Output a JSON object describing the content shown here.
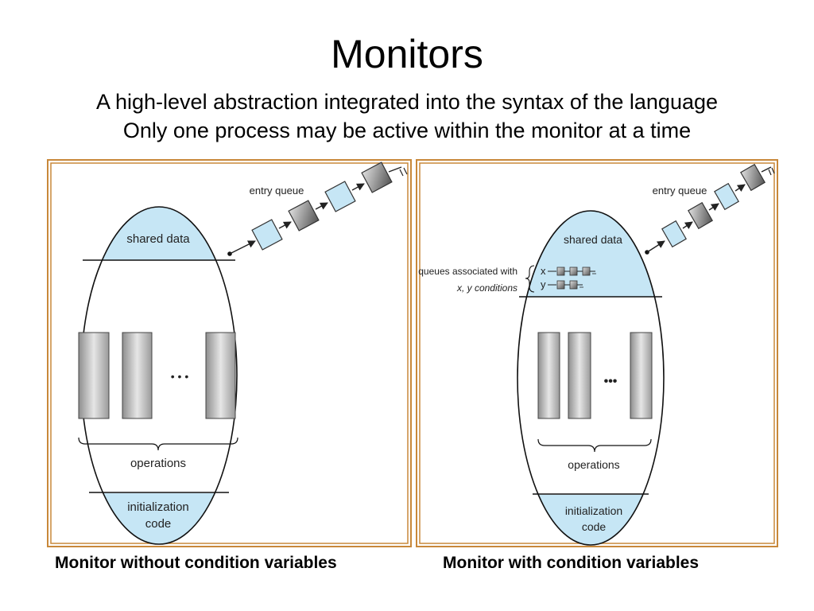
{
  "slide": {
    "title": "Monitors",
    "bullets": [
      "A high-level abstraction integrated into the syntax of the language",
      "Only one process may be active within the monitor at a time"
    ]
  },
  "left_figure": {
    "caption": "Monitor without condition variables",
    "entry_queue": "entry queue",
    "shared_data": "shared data",
    "ellipsis": "• • •",
    "operations": "operations",
    "init_line1": "initialization",
    "init_line2": "code"
  },
  "right_figure": {
    "caption": "Monitor with condition variables",
    "entry_queue": "entry queue",
    "shared_data": "shared data",
    "queues_line1": "queues associated with",
    "queues_line2": "x, y conditions",
    "x_label": "x",
    "y_label": "y",
    "ellipsis": "•••",
    "operations": "operations",
    "init_line1": "initialization",
    "init_line2": "code"
  },
  "colors": {
    "frame": "#c8883a",
    "light_blue": "#c6e6f5",
    "gray": "#a8a8a8"
  }
}
